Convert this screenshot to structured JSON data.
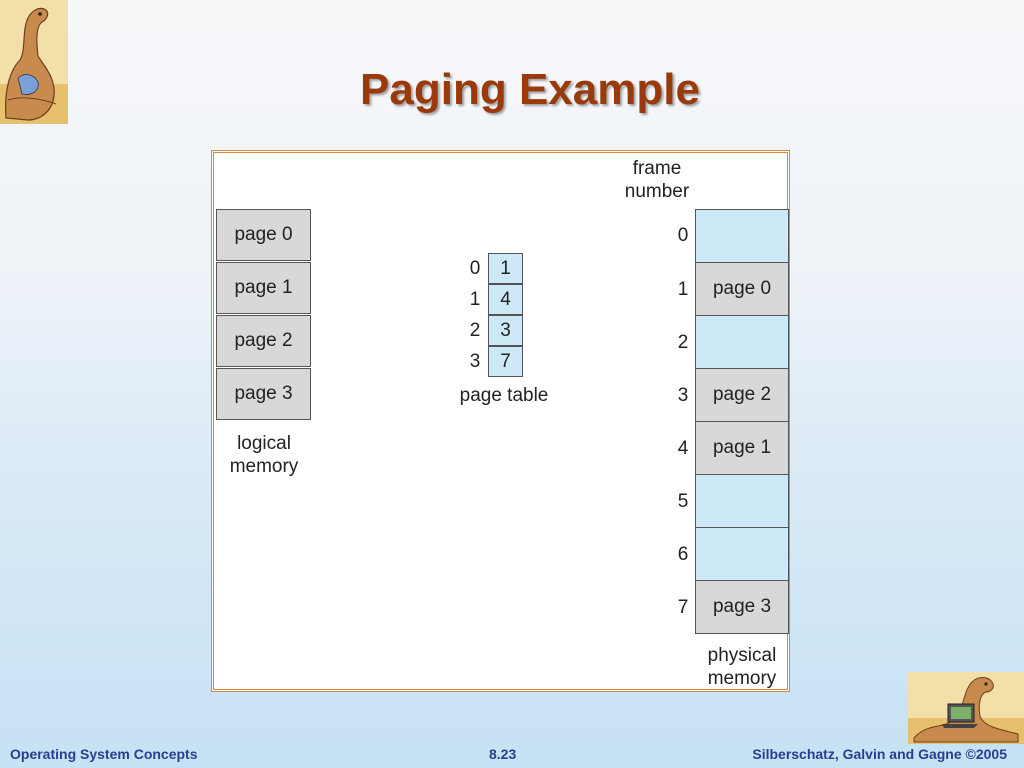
{
  "title": "Paging Example",
  "figure": {
    "frame_number_line1": "frame",
    "frame_number_line2": "number",
    "logical_memory": {
      "pages": [
        "page 0",
        "page 1",
        "page 2",
        "page 3"
      ],
      "label_line1": "logical",
      "label_line2": "memory"
    },
    "page_table": {
      "indices": [
        "0",
        "1",
        "2",
        "3"
      ],
      "frames": [
        "1",
        "4",
        "3",
        "7"
      ],
      "label": "page table"
    },
    "physical_memory": {
      "frame_numbers": [
        "0",
        "1",
        "2",
        "3",
        "4",
        "5",
        "6",
        "7"
      ],
      "contents": [
        "",
        "page 0",
        "",
        "page 2",
        "page 1",
        "",
        "",
        "page 3"
      ],
      "label_line1": "physical",
      "label_line2": "memory"
    }
  },
  "footer": {
    "left": "Operating System Concepts",
    "center": "8.23",
    "right": "Silberschatz, Galvin and Gagne ©2005"
  },
  "colors": {
    "title": "#9a3a0a",
    "frame_border": "#d9893f",
    "empty_frame": "#cde9f8",
    "page_cell": "#d8d8d8",
    "footer_text": "#2a3d8f"
  },
  "icons": [
    "dinosaur-mascot-icon",
    "dinosaur-laptop-icon"
  ]
}
